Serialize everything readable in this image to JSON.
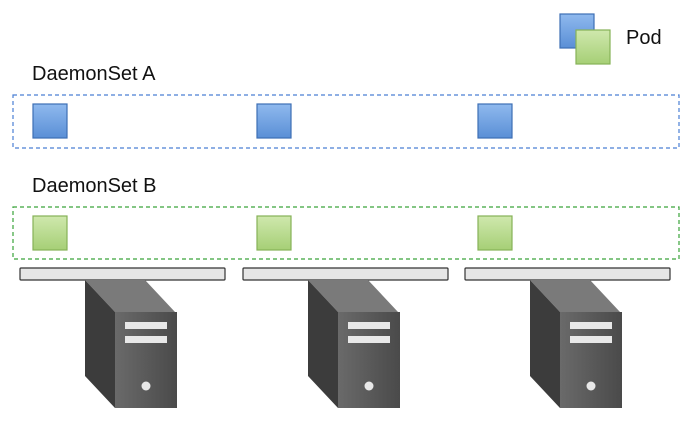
{
  "legend": {
    "label": "Pod"
  },
  "daemonsets": [
    {
      "label": "DaemonSet A",
      "pod_color": "#6b9ee0",
      "pod_stroke": "#3d6fb5",
      "border_color": "#4a7fd4",
      "pods": 3
    },
    {
      "label": "DaemonSet B",
      "pod_color": "#b5d98a",
      "pod_stroke": "#86b257",
      "border_color": "#3aa33a",
      "pods": 3
    }
  ],
  "nodes": {
    "count": 3,
    "server_icon": "server-tower-icon",
    "server_color": "#555555",
    "shelf_color": "#e6e6e6"
  }
}
